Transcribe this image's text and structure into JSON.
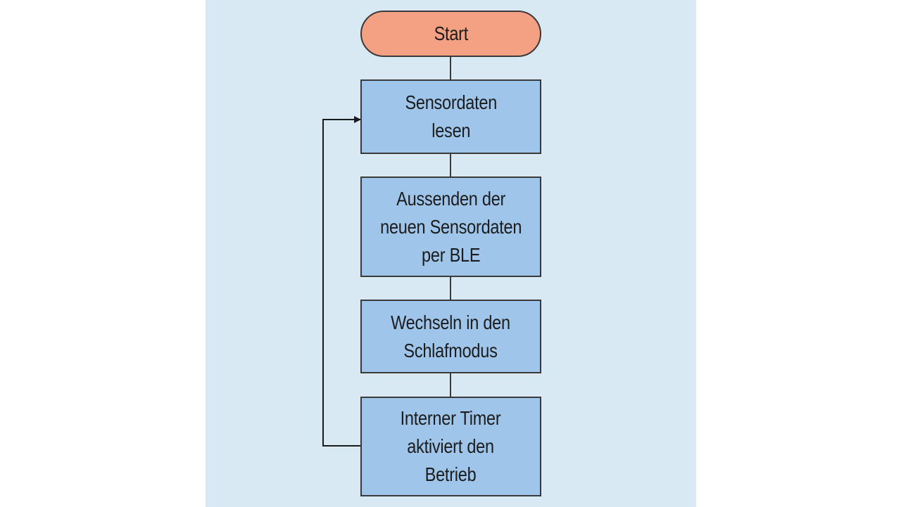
{
  "flowchart": {
    "start": "Start",
    "steps": [
      {
        "id": "read",
        "label": "Sensordaten\nlesen"
      },
      {
        "id": "send",
        "label": "Aussenden der\nneuen Sensordaten\nper BLE"
      },
      {
        "id": "sleep",
        "label": "Wechseln in den\nSchlafmodus"
      },
      {
        "id": "timer",
        "label": "Interner Timer\naktiviert den\nBetrieb"
      }
    ],
    "loop": {
      "from": "timer",
      "to": "read"
    }
  },
  "colors": {
    "panel_background": "#d9e9f4",
    "terminal_fill": "#f4a083",
    "process_fill": "#9fc6ea",
    "border": "#3a3a3a"
  }
}
